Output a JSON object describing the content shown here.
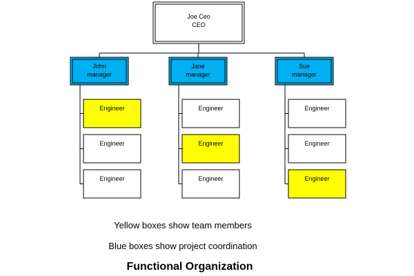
{
  "chart": {
    "ceo": {
      "name": "Joe Ceo",
      "role": "CEO"
    },
    "managers": [
      {
        "name": "John",
        "role": "manager"
      },
      {
        "name": "Jane",
        "role": "manager"
      },
      {
        "name": "Sue",
        "role": "manager"
      }
    ],
    "teams": [
      [
        {
          "label": "Engineer",
          "highlight": true
        },
        {
          "label": "Engineer",
          "highlight": false
        },
        {
          "label": "Engineer",
          "highlight": false
        }
      ],
      [
        {
          "label": "Engineer",
          "highlight": false
        },
        {
          "label": "Engineer",
          "highlight": true
        },
        {
          "label": "Engineer",
          "highlight": false
        }
      ],
      [
        {
          "label": "Engineer",
          "highlight": false
        },
        {
          "label": "Engineer",
          "highlight": false
        },
        {
          "label": "Engineer",
          "highlight": true
        }
      ]
    ]
  },
  "colors": {
    "manager_fill": "#00b0f0",
    "highlight_fill": "#ffff00",
    "box_fill": "#ffffff",
    "border": "#000000"
  },
  "legend": {
    "yellow_note": "Yellow boxes show team members",
    "blue_note": "Blue boxes show project coordination"
  },
  "title": "Functional Organization"
}
